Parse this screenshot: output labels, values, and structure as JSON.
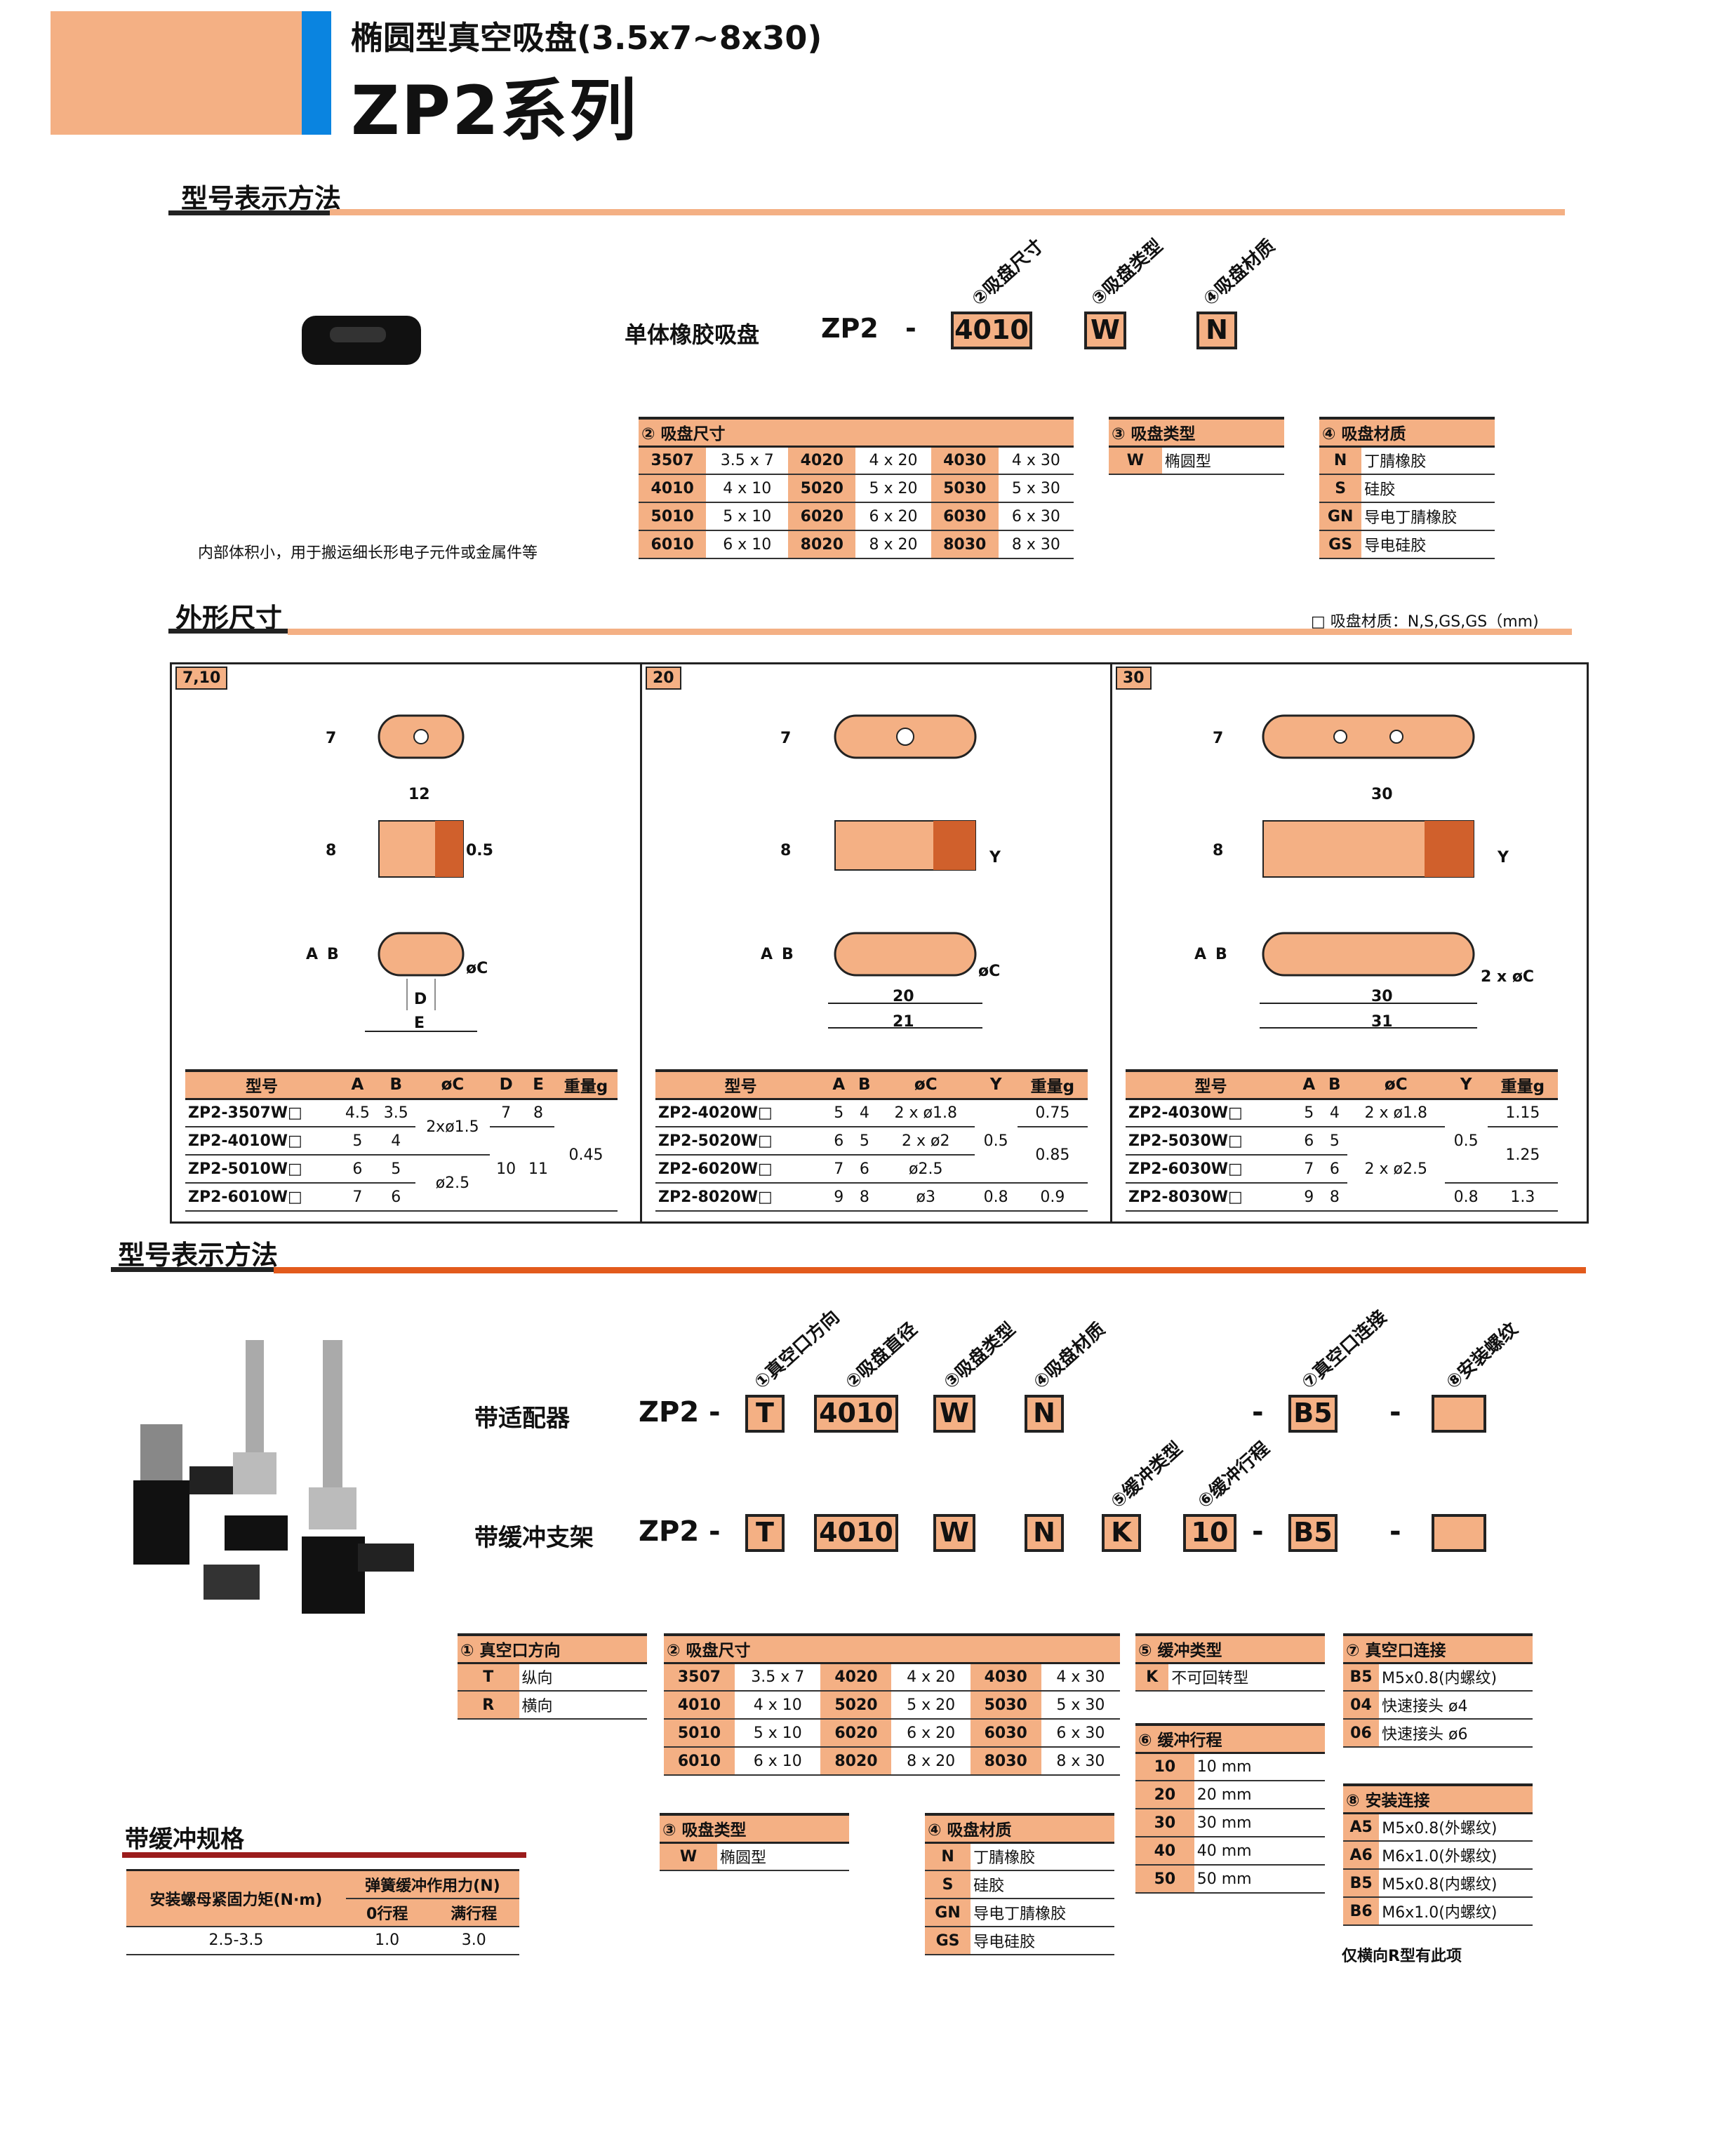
{
  "header": {
    "subtitle": "椭圆型真空吸盘(3.5x7~8x30)",
    "title": "ZP2系列"
  },
  "sec1": {
    "title": "型号表示方法",
    "single_label": "单体橡胶吸盘",
    "prefix": "ZP2",
    "dash": "-",
    "size_code": "4010",
    "type_code": "W",
    "mat_code": "N",
    "ann_size": "②吸盘尺寸",
    "ann_type": "③吸盘类型",
    "ann_mat": "④吸盘材质",
    "desc": "内部体积小，用于搬运细长形电子元件或金属件等",
    "size_table": {
      "title": "② 吸盘尺寸",
      "rows": [
        [
          "3507",
          "3.5 x 7",
          "4020",
          "4 x 20",
          "4030",
          "4 x 30"
        ],
        [
          "4010",
          "4 x 10",
          "5020",
          "5 x 20",
          "5030",
          "5 x 30"
        ],
        [
          "5010",
          "5 x 10",
          "6020",
          "6 x 20",
          "6030",
          "6 x 30"
        ],
        [
          "6010",
          "6 x 10",
          "8020",
          "8 x 20",
          "8030",
          "8 x 30"
        ]
      ]
    },
    "type_table": {
      "title": "③ 吸盘类型",
      "rows": [
        [
          "W",
          "椭圆型"
        ]
      ]
    },
    "mat_table": {
      "title": "④ 吸盘材质",
      "rows": [
        [
          "N",
          "丁腈橡胶"
        ],
        [
          "S",
          "硅胶"
        ],
        [
          "GN",
          "导电丁腈橡胶"
        ],
        [
          "GS",
          "导电硅胶"
        ]
      ]
    }
  },
  "sec2": {
    "title": "外形尺寸",
    "material_note": "□ 吸盘材质：N,S,GS,GS（mm)",
    "panel1": {
      "tag": "7,10",
      "d12": "12",
      "d7": "7",
      "d8": "8",
      "d05": "0.5",
      "dA": "A",
      "dB": "B",
      "dC": "øC",
      "dD": "D",
      "dE": "E",
      "headers": [
        "型号",
        "A",
        "B",
        "øC",
        "D",
        "E",
        "重量g"
      ],
      "rows": [
        [
          "ZP2-3507W□",
          "4.5",
          "3.5"
        ],
        [
          "ZP2-4010W□",
          "5",
          "4"
        ],
        [
          "ZP2-5010W□",
          "6",
          "5"
        ],
        [
          "ZP2-6010W□",
          "7",
          "6"
        ]
      ],
      "c1": "2xø1.5",
      "c2": "ø2.5",
      "d_1": "7",
      "e_1": "8",
      "d_2": "10",
      "e_2": "11",
      "w": "0.45"
    },
    "panel2": {
      "tag": "20",
      "d7": "7",
      "d8": "8",
      "dY": "Y",
      "dA": "A",
      "dB": "B",
      "dC": "øC",
      "d20": "20",
      "d21": "21",
      "headers": [
        "型号",
        "A",
        "B",
        "øC",
        "Y",
        "重量g"
      ],
      "rows": [
        [
          "ZP2-4020W□",
          "5",
          "4",
          "2 x ø1.8"
        ],
        [
          "ZP2-5020W□",
          "6",
          "5",
          "2 x ø2"
        ],
        [
          "ZP2-6020W□",
          "7",
          "6",
          "ø2.5"
        ],
        [
          "ZP2-8020W□",
          "9",
          "8",
          "ø3"
        ]
      ],
      "y1": "0.5",
      "y2": "0.8",
      "w1": "0.75",
      "w2": "0.85",
      "w3": "0.9"
    },
    "panel3": {
      "tag": "30",
      "d7": "7",
      "d8": "8",
      "dY": "Y",
      "dA": "A",
      "dB": "B",
      "dC": "2 x øC",
      "d30a": "30",
      "d30b": "30",
      "d31": "31",
      "headers": [
        "型号",
        "A",
        "B",
        "øC",
        "Y",
        "重量g"
      ],
      "rows": [
        [
          "ZP2-4030W□",
          "5",
          "4"
        ],
        [
          "ZP2-5030W□",
          "6",
          "5"
        ],
        [
          "ZP2-6030W□",
          "7",
          "6"
        ],
        [
          "ZP2-8030W□",
          "9",
          "8"
        ]
      ],
      "c1": "2 x ø1.8",
      "c2": "2 x ø2.5",
      "y1": "0.5",
      "y2": "0.8",
      "w1": "1.15",
      "w2": "1.25",
      "w3": "1.3"
    }
  },
  "sec3": {
    "title": "型号表示方法",
    "row1_label": "带适配器",
    "row2_label": "带缓冲支架",
    "prefix": "ZP2",
    "dash": "-",
    "t": "T",
    "size": "4010",
    "w": "W",
    "n": "N",
    "k": "K",
    "stroke": "10",
    "b5": "B5",
    "ann": [
      "①真空口方向",
      "②吸盘直径",
      "③吸盘类型",
      "④吸盘材质",
      "⑦真空口连接",
      "⑧安装螺纹",
      "⑤缓冲类型",
      "⑥缓冲行程"
    ],
    "dir_table": {
      "title": "① 真空口方向",
      "rows": [
        [
          "T",
          "纵向"
        ],
        [
          "R",
          "横向"
        ]
      ]
    },
    "size_table": {
      "title": "② 吸盘尺寸",
      "rows": [
        [
          "3507",
          "3.5 x 7",
          "4020",
          "4 x 20",
          "4030",
          "4 x 30"
        ],
        [
          "4010",
          "4 x 10",
          "5020",
          "5 x 20",
          "5030",
          "5 x 30"
        ],
        [
          "5010",
          "5 x 10",
          "6020",
          "6 x 20",
          "6030",
          "6 x 30"
        ],
        [
          "6010",
          "6 x 10",
          "8020",
          "8 x 20",
          "8030",
          "8 x 30"
        ]
      ]
    },
    "buf_table": {
      "title": "⑤ 缓冲类型",
      "rows": [
        [
          "K",
          "不可回转型"
        ]
      ]
    },
    "stroke_table": {
      "title": "⑥ 缓冲行程",
      "rows": [
        [
          "10",
          "10 mm"
        ],
        [
          "20",
          "20 mm"
        ],
        [
          "30",
          "30 mm"
        ],
        [
          "40",
          "40 mm"
        ],
        [
          "50",
          "50 mm"
        ]
      ]
    },
    "vac_table": {
      "title": "⑦ 真空口连接",
      "rows": [
        [
          "B5",
          "M5x0.8(内螺纹)"
        ],
        [
          "04",
          "快速接头 ø4"
        ],
        [
          "06",
          "快速接头 ø6"
        ]
      ]
    },
    "mount_table": {
      "title": "⑧ 安装连接",
      "rows": [
        [
          "A5",
          "M5x0.8(外螺纹)"
        ],
        [
          "A6",
          "M6x1.0(外螺纹)"
        ],
        [
          "B5",
          "M5x0.8(内螺纹)"
        ],
        [
          "B6",
          "M6x1.0(内螺纹)"
        ]
      ]
    },
    "mount_note": "仅横向R型有此项",
    "type_table": {
      "title": "③ 吸盘类型",
      "rows": [
        [
          "W",
          "椭圆型"
        ]
      ]
    },
    "mat_table": {
      "title": "④ 吸盘材质",
      "rows": [
        [
          "N",
          "丁腈橡胶"
        ],
        [
          "S",
          "硅胶"
        ],
        [
          "GN",
          "导电丁腈橡胶"
        ],
        [
          "GS",
          "导电硅胶"
        ]
      ]
    },
    "spec": {
      "title": "带缓冲规格",
      "h1": "安装螺母紧固力矩(N·m)",
      "h2": "弹簧缓冲作用力(N)",
      "h3": "0行程",
      "h4": "满行程",
      "v1": "2.5-3.5",
      "v2": "1.0",
      "v3": "3.0"
    }
  }
}
